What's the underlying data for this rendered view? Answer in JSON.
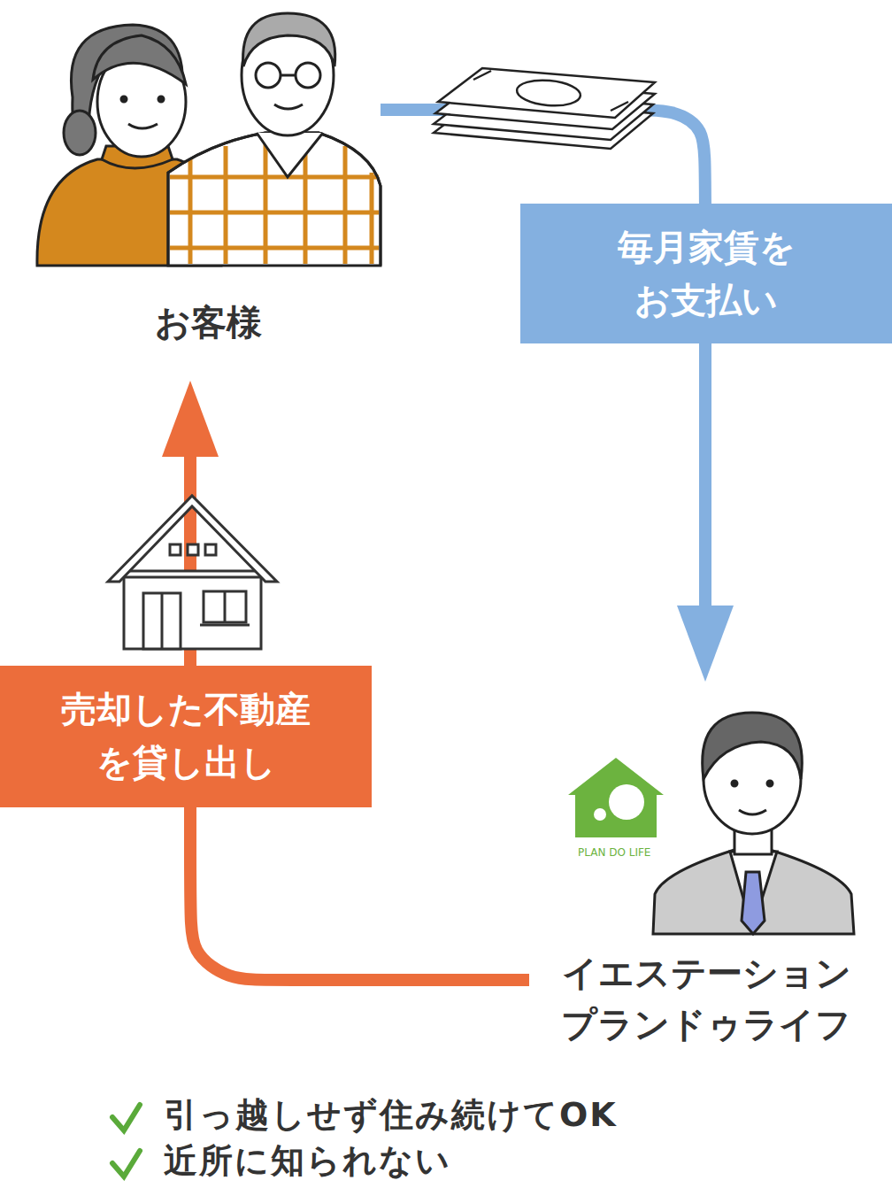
{
  "diagram": {
    "nodes": [
      {
        "text": [
          "お客様"
        ]
      },
      {
        "text": [
          "イエステーション プランドゥライフ"
        ]
      }
    ],
    "edges": [
      {
        "from": 0,
        "to": 1,
        "arrow": "to",
        "label": "毎月家賃を お支払い"
      },
      {
        "from": 1,
        "to": 0,
        "arrow": "to",
        "label": "売却した不動産 を貸し出し"
      }
    ],
    "labels": [
      "PLAN DO LIFE",
      "引っ越しせず住み続けてOK",
      "近所に知られない"
    ]
  }
}
